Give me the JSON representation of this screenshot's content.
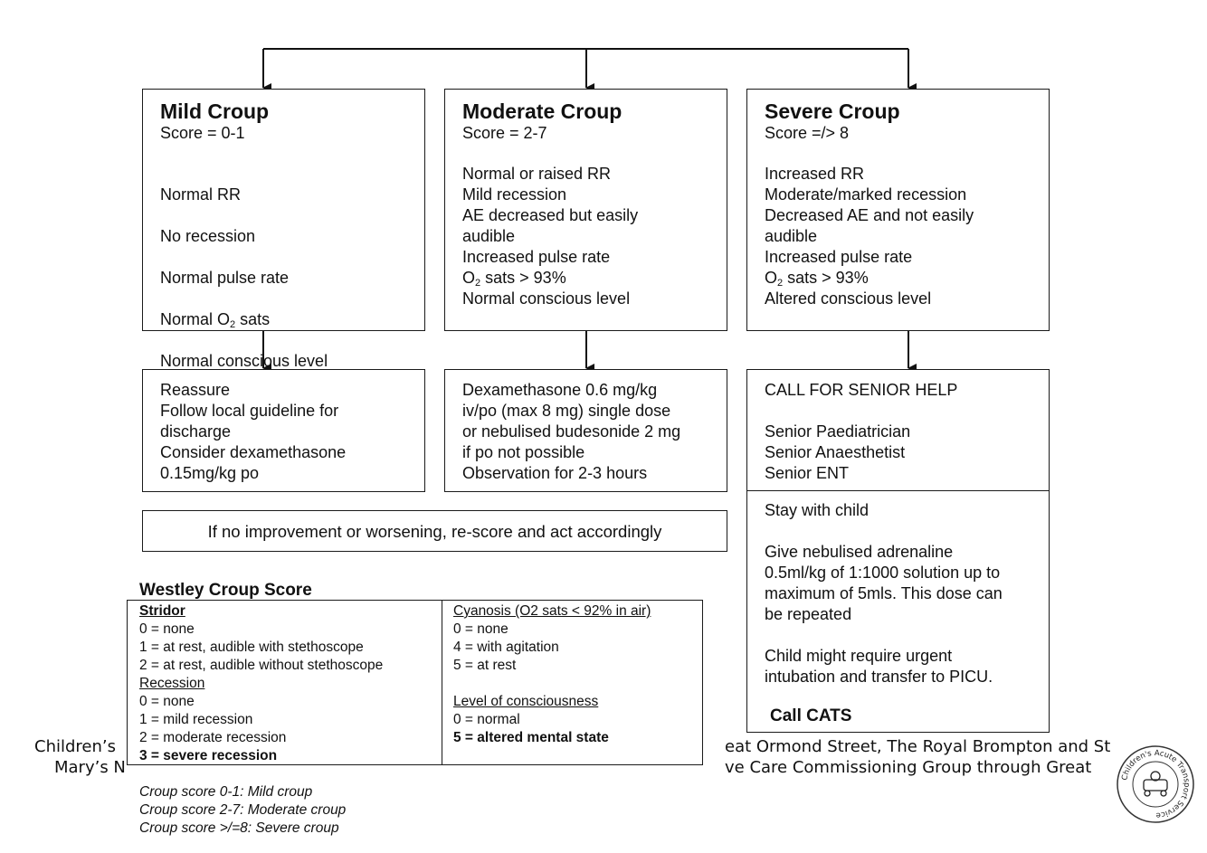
{
  "mild": {
    "title": "Mild Croup",
    "score": "Score = 0-1",
    "signs": [
      "Normal RR",
      "No recession",
      "Normal pulse rate",
      "Normal O",
      "Normal conscious level"
    ],
    "o2_sub": "2",
    "o2_suffix": " sats",
    "action": "Reassure\nFollow local guideline for\ndischarge\nConsider dexamethasone\n0.15mg/kg po"
  },
  "moderate": {
    "title": "Moderate Croup",
    "score": "Score = 2-7",
    "signs_a": "Normal or raised RR\nMild recession\nAE decreased but easily\naudible\nIncreased pulse rate",
    "o2_prefix": "O",
    "o2_sub": "2",
    "o2_suffix": " sats > 93%",
    "signs_b": "Normal conscious level",
    "action": "Dexamethasone 0.6 mg/kg\niv/po (max 8 mg) single dose\nor nebulised budesonide 2 mg\nif po not possible\nObservation for 2-3 hours"
  },
  "severe": {
    "title": "Severe Croup",
    "score": "Score =/> 8",
    "signs_a": "Increased RR\nModerate/marked recession\nDecreased AE and not easily\naudible\nIncreased pulse rate",
    "o2_prefix": "O",
    "o2_sub": "2",
    "o2_suffix": " sats > 93%",
    "signs_b": "Altered conscious level",
    "help": "CALL FOR SENIOR HELP\n\nSenior Paediatrician\nSenior Anaesthetist\nSenior ENT",
    "care": "Stay with child\n\nGive nebulised adrenaline\n0.5ml/kg of 1:1000 solution up to\nmaximum of 5mls. This dose can\nbe repeated\n\nChild might require urgent\nintubation and transfer to PICU.",
    "call": "Call CATS"
  },
  "reassess": "If no improvement or worsening, re-score and act accordingly",
  "westley": {
    "title": "Westley Croup Score",
    "stridor_head": "Stridor",
    "stridor": [
      "0 = none",
      "1 = at rest, audible with stethoscope",
      "2 = at rest, audible without stethoscope"
    ],
    "recession_head": "Recession",
    "recession": [
      "0 = none",
      "1 = mild recession",
      "2 = moderate recession"
    ],
    "recession_bold": "3 = severe recession",
    "cyanosis_head": "Cyanosis (O2 sats < 92% in air)",
    "cyanosis": [
      "0 = none",
      "4 = with agitation",
      "5 = at rest"
    ],
    "conscious_head": "Level of consciousness",
    "conscious": [
      "0 = normal"
    ],
    "conscious_bold": "5 = altered mental state",
    "legend": [
      "Croup score 0-1: Mild croup",
      "Croup score 2-7: Moderate croup",
      "Croup score >/=8: Severe croup"
    ]
  },
  "footer": {
    "l1": "Children’s",
    "l2": "Mary’s N",
    "r1": "eat Ormond Street, The Royal Brompton and St",
    "r2": "ve Care Commissioning Group through Great"
  },
  "logo_text": "Children's Acute Transport Service"
}
